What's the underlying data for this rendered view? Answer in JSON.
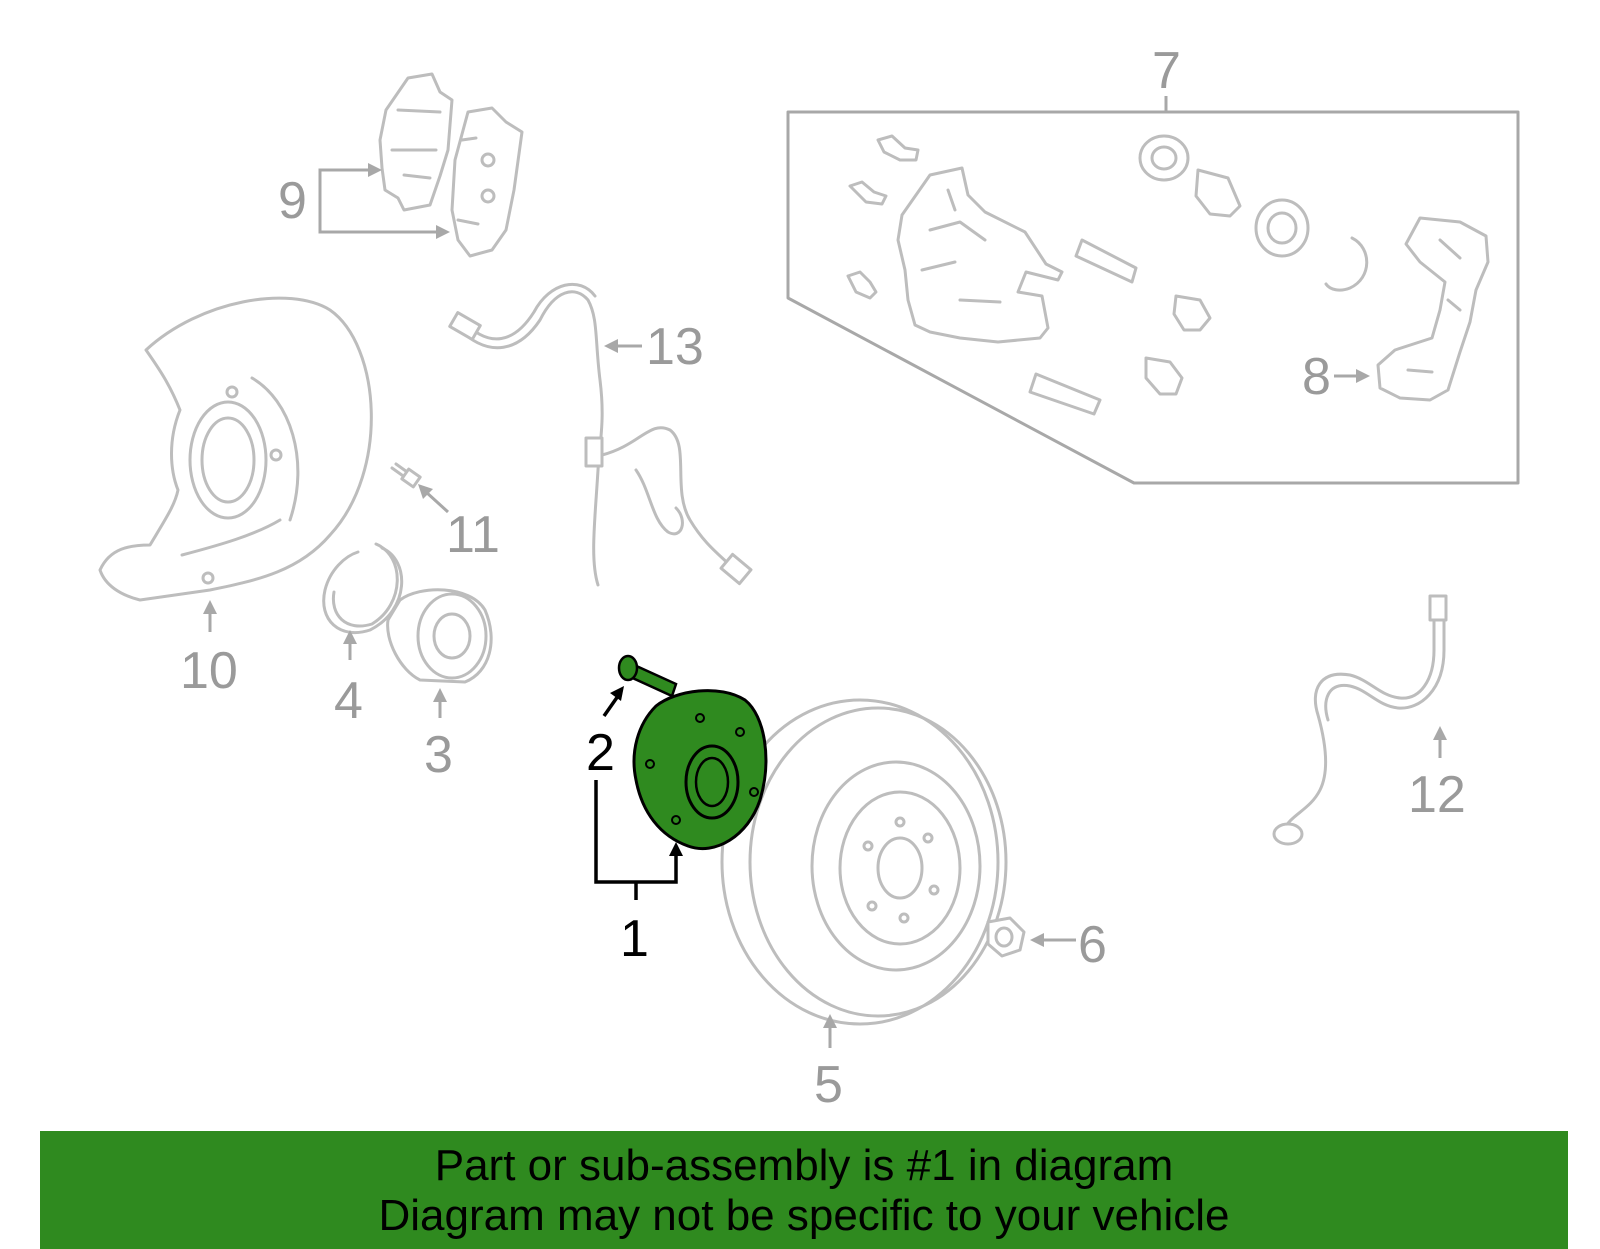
{
  "diagram": {
    "callouts": {
      "c1": "1",
      "c2": "2",
      "c3": "3",
      "c4": "4",
      "c5": "5",
      "c6": "6",
      "c7": "7",
      "c8": "8",
      "c9": "9",
      "c10": "10",
      "c11": "11",
      "c12": "12",
      "c13": "13"
    },
    "highlight_color": "#2f8a1f"
  },
  "banner": {
    "line1": "Part or sub-assembly is #1 in diagram",
    "line2": "Diagram may not be specific to your vehicle",
    "background": "#2f8a1f"
  }
}
